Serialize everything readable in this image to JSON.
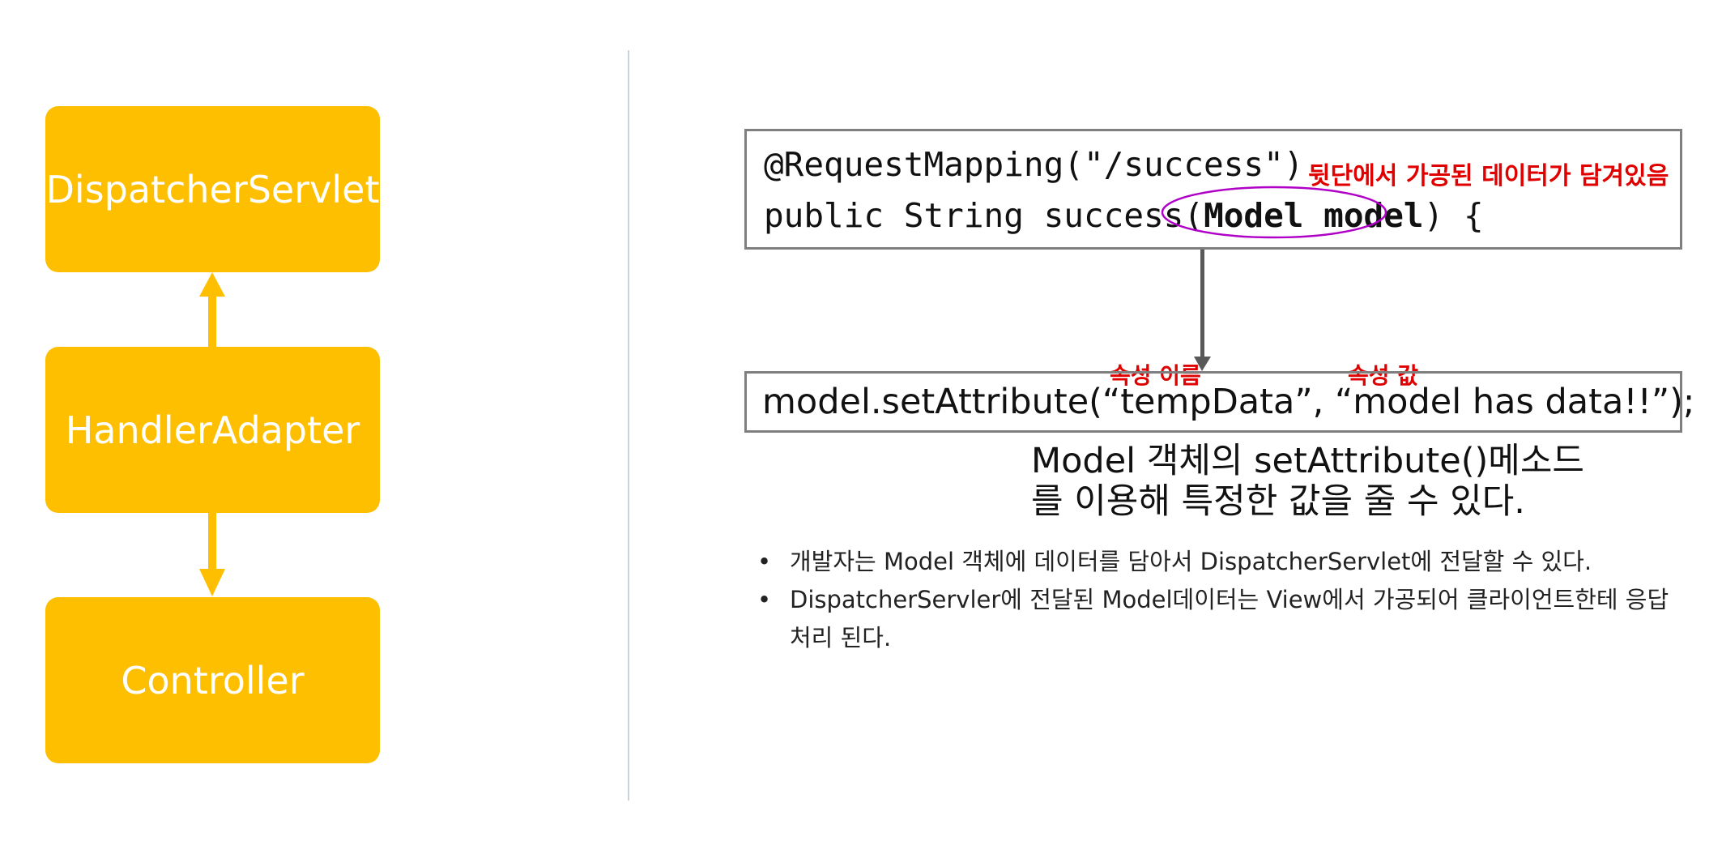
{
  "flow": {
    "boxes": [
      "DispatcherServlet",
      "HandlerAdapter",
      "Controller"
    ],
    "color": "#fdbf00"
  },
  "code": {
    "line1": "@RequestMapping(\"/success\")",
    "line2_prefix": "public String success(",
    "line2_param": "Model model",
    "line2_suffix": ") {",
    "note": "뒷단에서 가공된 데이터가 담겨있음"
  },
  "set_attribute": {
    "code": "model.setAttribute(“tempData”, “model has data!!”);",
    "label_name": "속성 이름",
    "label_value": "속성 값",
    "caption_line1": "Model 객체의 setAttribute()메소드",
    "caption_line2": "를 이용해 특정한 값을 줄 수 있다."
  },
  "bullets": [
    "개발자는 Model 객체에 데이터를 담아서 DispatcherServlet에 전달할 수 있다.",
    "DispatcherServler에 전달된 Model데이터는 View에서 가공되어 클라이언트한테 응답처리 된다."
  ],
  "colors": {
    "note": "#e00000",
    "highlight": "#b000c8",
    "arrow": "#595959"
  }
}
